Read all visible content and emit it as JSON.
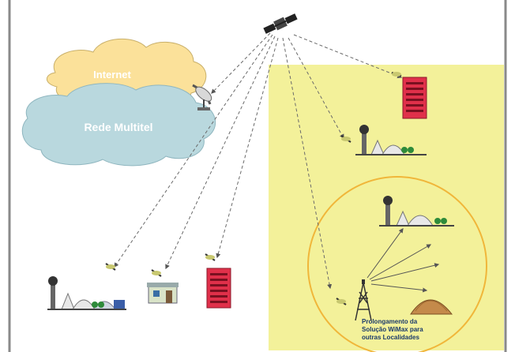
{
  "clouds": {
    "internet_label": "Internet",
    "network_label": "Rede Multitel"
  },
  "coverage": {
    "caption_line1": "Prolongamento da",
    "caption_line2": "Solução WiMax para",
    "caption_line3": "outras Localidades"
  },
  "colors": {
    "border": "#8a8a8a",
    "coverage_fill": "#f3f19a",
    "coverage_circle": "#f0b63a",
    "cloud_internet": "#fbe19a",
    "cloud_network": "#b9d8de",
    "link_line": "#6a6a6a",
    "building_red": "#e0304a",
    "caption_text": "#1a3a6b"
  },
  "icons": {
    "satellite": "satellite-icon",
    "dish": "satellite-dish-icon",
    "vsat": "vsat-antenna-icon",
    "building": "office-building-icon",
    "house": "small-house-icon",
    "village": "village-icon",
    "tower": "wimax-tower-icon",
    "hut": "thatched-hut-icon"
  }
}
